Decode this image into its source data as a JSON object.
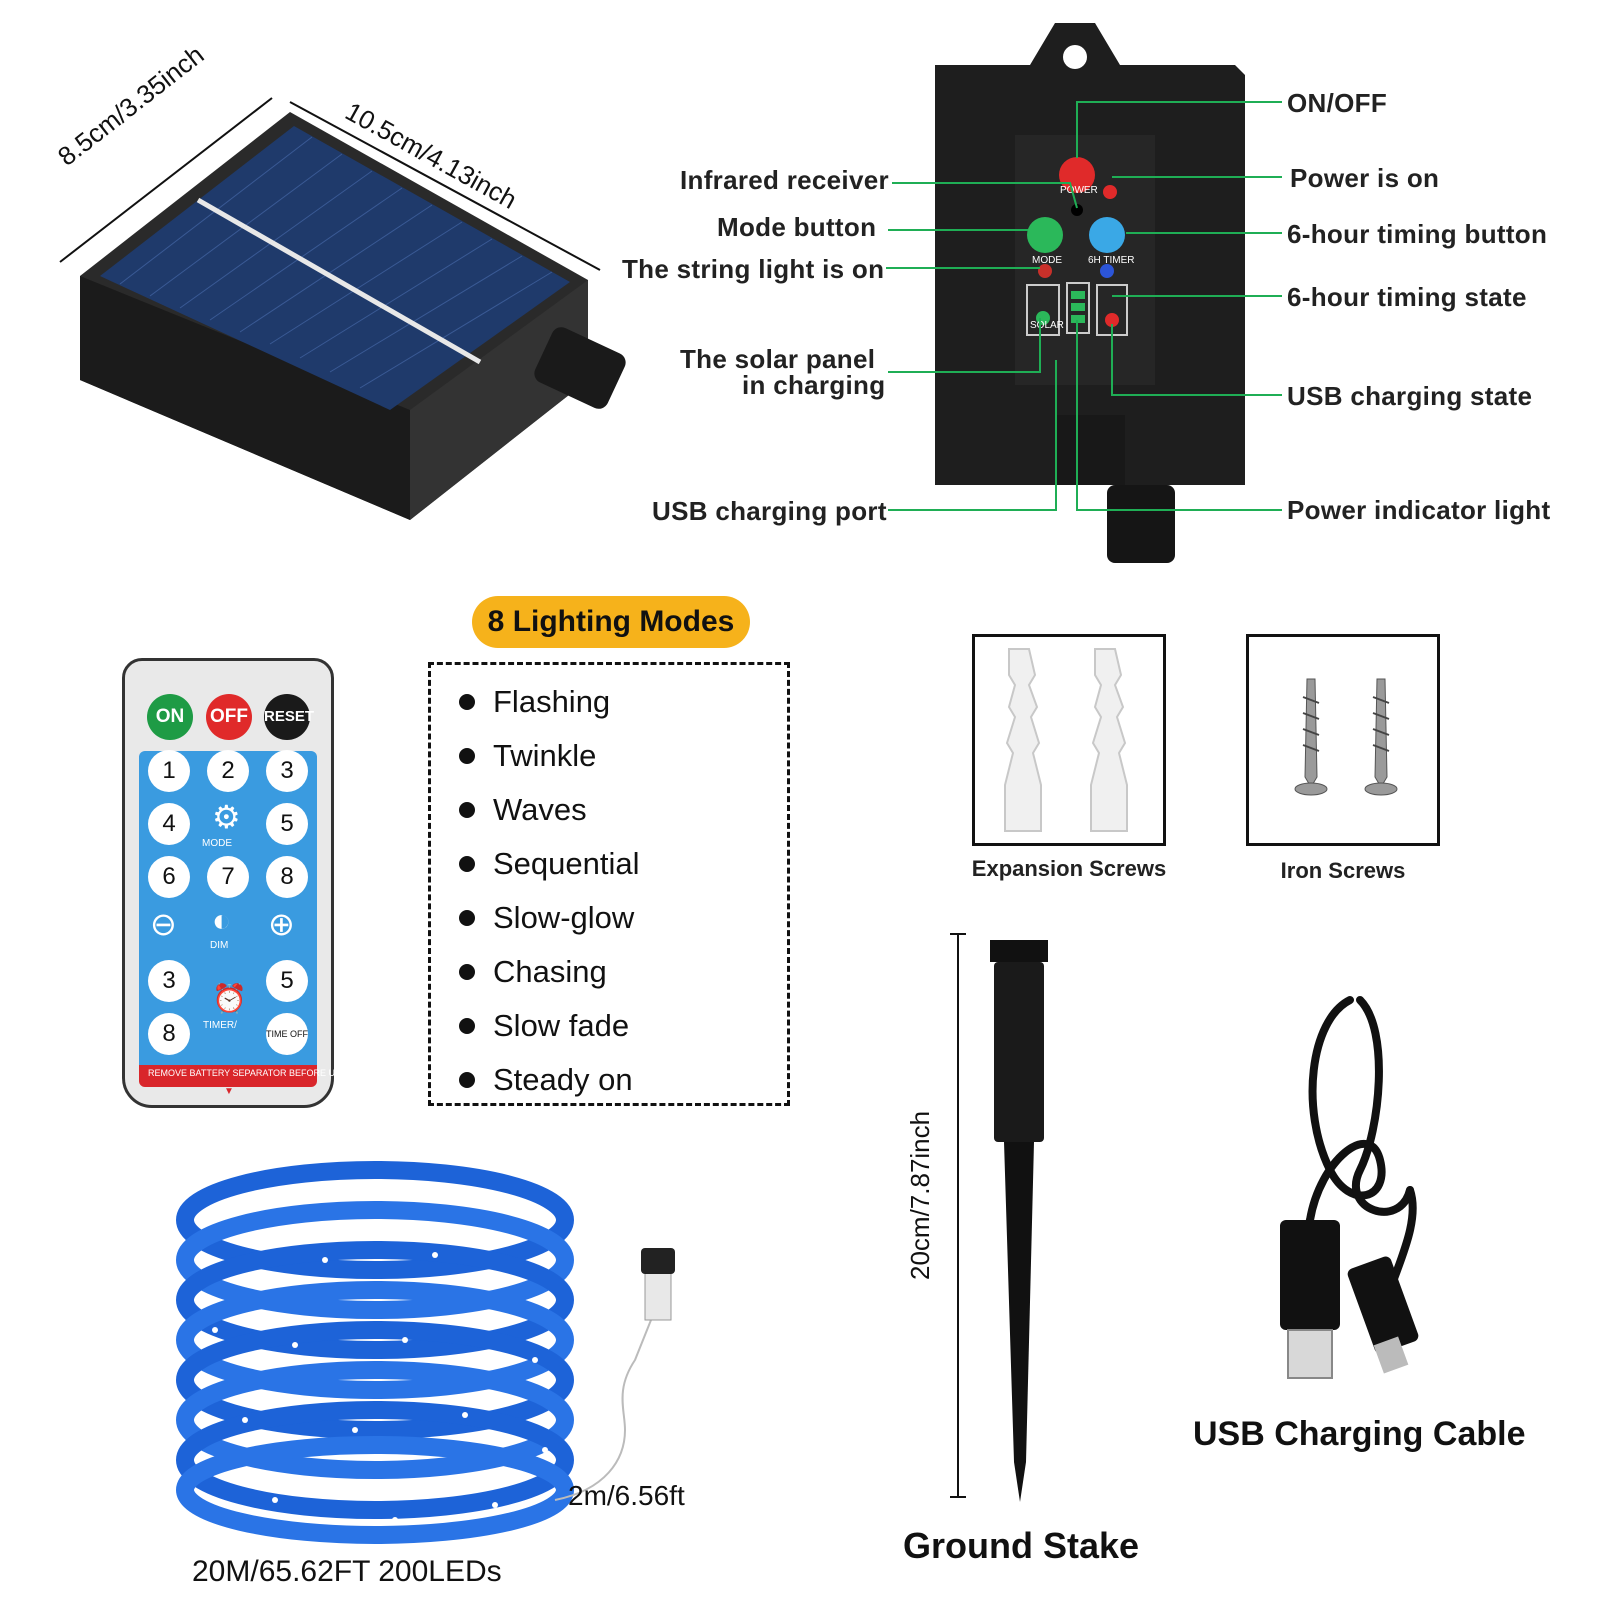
{
  "solar_panel": {
    "width_label": "8.5cm/3.35inch",
    "length_label": "10.5cm/4.13inch"
  },
  "controller": {
    "labels_left": {
      "infrared_receiver": "Infrared receiver",
      "mode_button": "Mode button",
      "string_light_on": "The string light is on",
      "solar_panel_charging_1": "The solar panel",
      "solar_panel_charging_2": "in charging",
      "usb_charging_port": "USB charging port"
    },
    "labels_right": {
      "on_off": "ON/OFF",
      "power_is_on": "Power is on",
      "timing_button": "6-hour timing button",
      "timing_state": "6-hour timing state",
      "usb_charging_state": "USB charging state",
      "power_indicator": "Power indicator light"
    },
    "panel_text": {
      "power": "POWER",
      "mode": "MODE",
      "timer": "6H TIMER",
      "solar": "SOLAR"
    }
  },
  "lighting_modes": {
    "title": "8 Lighting Modes",
    "items": [
      "Flashing",
      "Twinkle",
      "Waves",
      "Sequential",
      "Slow-glow",
      "Chasing",
      "Slow fade",
      "Steady on"
    ]
  },
  "remote": {
    "top_buttons": [
      "ON",
      "OFF",
      "RESET"
    ],
    "digits": [
      "1",
      "2",
      "3",
      "4",
      "5",
      "6",
      "7",
      "8"
    ],
    "mode_label": "MODE",
    "dim_label": "DIM",
    "timer_digits": [
      "3",
      "5",
      "8"
    ],
    "timer_label": "TIMER/",
    "time_off": "TIME OFF",
    "warning": "REMOVE BATTERY SEPARATOR BEFORE USE"
  },
  "accessories": {
    "expansion_screws": "Expansion Screws",
    "iron_screws": "Iron Screws",
    "ground_stake": "Ground Stake",
    "stake_height": "20cm/7.87inch",
    "usb_cable": "USB Charging Cable"
  },
  "rope_light": {
    "length_label": "20M/65.62FT 200LEDs",
    "lead_label": "2m/6.56ft"
  },
  "colors": {
    "badge": "#f6b21b",
    "callout_line": "#1fae55",
    "rope_blue": "#1d63d8",
    "remote_blue": "#3a9be0"
  }
}
